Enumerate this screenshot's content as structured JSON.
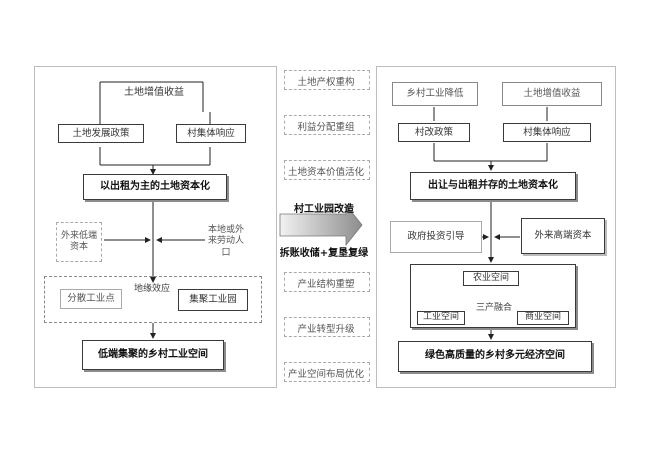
{
  "left": {
    "top_box": "土地增值收益",
    "policy_box": "土地发展政策",
    "collective_box": "村集体响应",
    "main_box": "以出租为主的土地资本化",
    "outside_capital": "外来低端资本",
    "labor": "本地或外来劳动人口",
    "guide_label": "地缘效应",
    "scattered": "分散工业点",
    "cluster": "集聚工业园",
    "result": "低端集聚的乡村工业空间"
  },
  "middle": {
    "m1": "土地产权重构",
    "m2": "利益分配重组",
    "m3": "土地资本价值活化",
    "arrow_top": "村工业园改造",
    "arrow_bottom": "拆账收储+复垦复绿",
    "m4": "产业结构重塑",
    "m5": "产业转型升级",
    "m6": "产业空间布局优化"
  },
  "right": {
    "rev_box": "乡村工业降低",
    "top_box": "土地增值收益",
    "policy_box": "村改政策",
    "collective_box": "村集体响应",
    "main_box": "出让与出租并存的土地资本化",
    "gov_box": "政府投资引导",
    "capital_box": "外来高端资本",
    "ag_box": "农业空间",
    "industry_box": "工业空间",
    "fusion_label": "三产融合",
    "commerce_box": "商业空间",
    "result": "绿色高质量的乡村多元经济空间"
  }
}
